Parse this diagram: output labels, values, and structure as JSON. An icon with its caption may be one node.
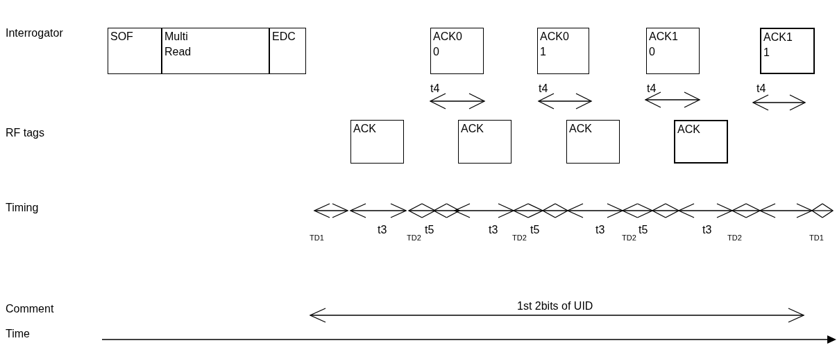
{
  "diagram": {
    "nodes": [
      {
        "text": [
          "SOF"
        ]
      },
      {
        "text": [
          "Multi Read"
        ]
      },
      {
        "text": [
          "EDC"
        ]
      },
      {
        "text": [
          "ACK0 0"
        ]
      },
      {
        "text": [
          "ACK0 1"
        ]
      },
      {
        "text": [
          "ACK1 0"
        ]
      },
      {
        "text": [
          "ACK1 1"
        ]
      },
      {
        "text": [
          "ACK"
        ]
      },
      {
        "text": [
          "ACK"
        ]
      },
      {
        "text": [
          "ACK"
        ]
      },
      {
        "text": [
          "ACK"
        ]
      }
    ],
    "edges": [],
    "labels": [
      "Interrogator",
      "t4",
      "t4",
      "t4",
      "t4",
      "RF tags",
      "Timing",
      "TD1",
      "t3",
      "TD2",
      "t5",
      "t3",
      "TD2",
      "t5",
      "t3",
      "TD2",
      "t5",
      "t3",
      "TD2",
      "TD1",
      "Comment",
      "1st 2bits of UID",
      "Time"
    ]
  }
}
